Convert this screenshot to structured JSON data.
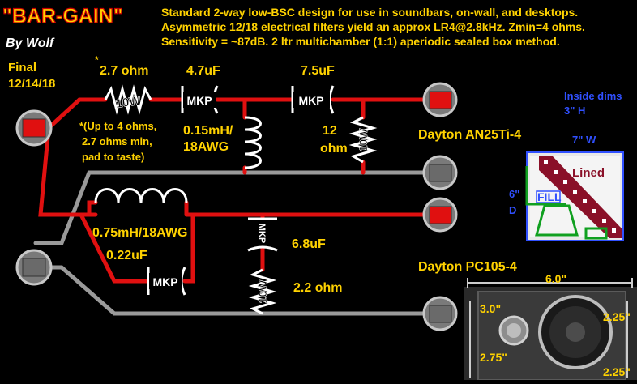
{
  "title": "\"BAR-GAIN\"",
  "byline": "By Wolf",
  "description": [
    "Standard 2-way low-BSC design for use in soundbars, on-wall, and desktops.",
    "Asymmetric 12/18 electrical filters yield an approx LR4@2.8kHz. Zmin=4 ohms.",
    "Sensitivity = ~87dB. 2 ltr multichamber (1:1) aperiodic sealed box method."
  ],
  "final_label": "Final",
  "final_date": "12/14/18",
  "components": {
    "r_series_value": "2.7 ohm",
    "r_series_asterisk": "*",
    "r_series_note": [
      "*(Up to 4 ohms,",
      "2.7 ohms min,",
      "pad to taste)"
    ],
    "r_series_body": "10W",
    "c1_value": "4.7uF",
    "c1_body": "MKP",
    "l1_value": [
      "0.15mH/",
      "18AWG"
    ],
    "c2_value": "7.5uF",
    "c2_body": "MKP",
    "r_shunt_value": [
      "12",
      "ohm"
    ],
    "r_shunt_body": "10W",
    "l2_value": "0.75mH/18AWG",
    "c3_value": "0.22uF",
    "c3_body": "MKP",
    "c4_value": "6.8uF",
    "c4_body": "MKP",
    "r_zobel_value": "2.2 ohm",
    "r_zobel_body": "10W"
  },
  "drivers": {
    "tweeter": "Dayton AN25Ti-4",
    "woofer": "Dayton PC105-4"
  },
  "box": {
    "title": [
      "Inside dims",
      "3\" H"
    ],
    "width": "7\" W",
    "depth": [
      "6\"",
      "D"
    ],
    "lined": "Lined",
    "fill": "FILL"
  },
  "photo_dims": {
    "width": "6.0\"",
    "tweeter_dia": "3.0\"",
    "right_top": "2.25\"",
    "left_bottom": "2.75\"",
    "right_bottom": "2.25\""
  },
  "colors": {
    "accent_yellow": "#ffd200",
    "wire_red": "#e01010",
    "wire_gray": "#9a9a9a",
    "label_blue": "#3050ff",
    "box_green": "#10a020",
    "box_maroon": "#8a1028"
  }
}
